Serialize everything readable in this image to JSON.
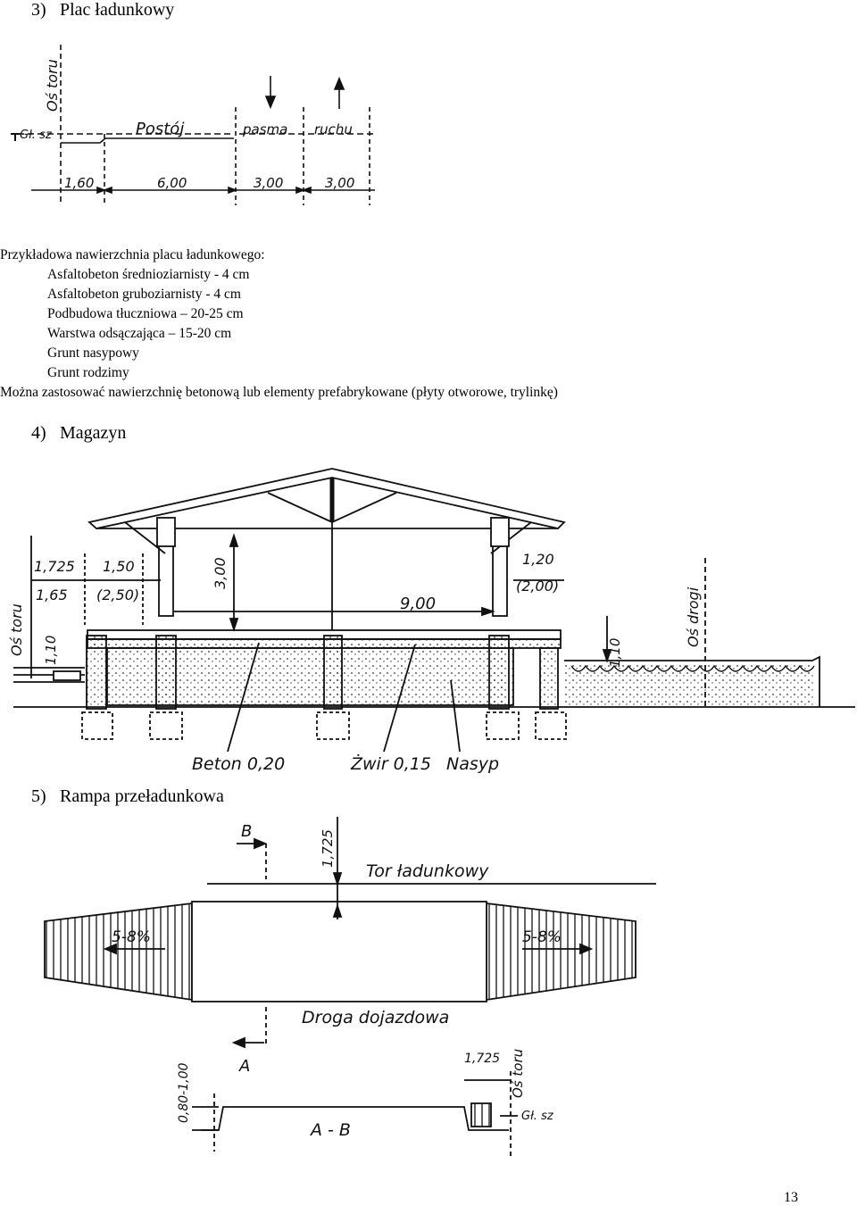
{
  "sections": {
    "plac": {
      "number": "3)",
      "title": "Plac ładunkowy"
    },
    "magazyn": {
      "number": "4)",
      "title": "Magazyn"
    },
    "rampa": {
      "number": "5)",
      "title": "Rampa przeładunkowa"
    }
  },
  "nawierzchnia": {
    "intro": "Przykładowa nawierzchnia placu ładunkowego:",
    "layers": [
      "Asfaltobeton średnioziarnisty - 4 cm",
      "Asfaltobeton gruboziarnisty - 4 cm",
      "Podbudowa tłuczniowa – 20-25 cm",
      "Warstwa odsączająca – 15-20 cm",
      "Grunt nasypowy",
      "Grunt rodzimy"
    ],
    "note": "Można zastosować nawierzchnię betonową lub elementy prefabrykowane (płyty otworowe, trylinkę)"
  },
  "fig_plac": {
    "os_toru": "Oś toru",
    "gl_sz": "Gł. sz",
    "postoj": "Postój",
    "pasma": "pasma",
    "ruchu": "ruchu",
    "dims": [
      "1,60",
      "6,00",
      "3,00",
      "3,00"
    ]
  },
  "fig_magazyn": {
    "dim_1725": "1,725",
    "dim_150": "1,50",
    "dim_165": "1,65",
    "dim_250": "(2,50)",
    "dim_300": "3,00",
    "dim_900": "9,00",
    "dim_120": "1,20",
    "dim_200": "(2,00)",
    "dim_110_left": "1,10",
    "dim_110_right": "1,10",
    "os_toru": "Oś toru",
    "os_drogi": "Oś drogi",
    "beton": "Beton 0,20",
    "zwir": "Żwir 0,15",
    "nasyp": "Nasyp"
  },
  "fig_rampa": {
    "B": "B",
    "A": "A",
    "dim_1725_top": "1,725",
    "tor": "Tor ładunkowy",
    "slope_left": "5-8%",
    "slope_right": "5-8%",
    "droga": "Droga dojazdowa",
    "dim_080": "0,80-1,00",
    "dim_1725_bottom": "1,725",
    "os_toru": "Oś toru",
    "gl_sz": "Gł. sz",
    "section": "A - B"
  },
  "page_number": "13"
}
